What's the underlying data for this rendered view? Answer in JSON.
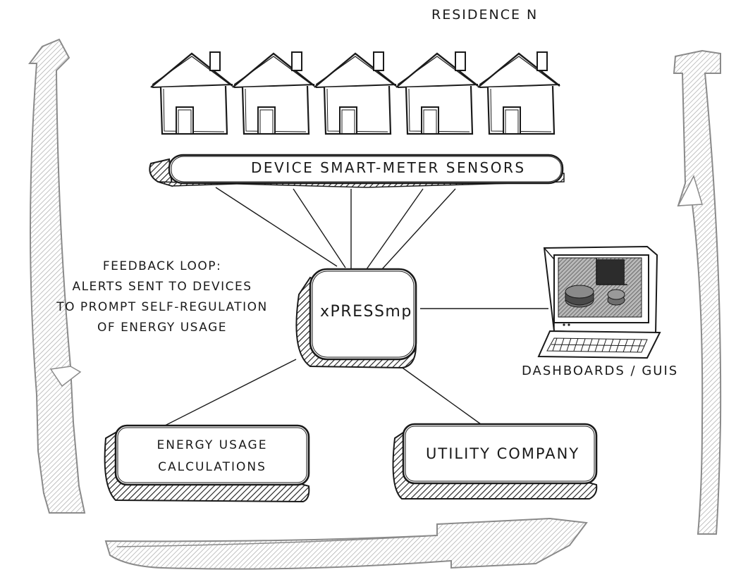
{
  "diagram": {
    "residence_label": "RESIDENCE n",
    "meter_label": "DEVICE SMART-METER SENSORS",
    "feedback_lines": [
      "FEEDBACK LOOP:",
      "ALERTS SENT TO DEVICES",
      "TO PROMPT SELF-REGULATION",
      "OF ENERGY USAGE"
    ],
    "hub_label": "xPRESSmp",
    "dashboards_label": "DASHBOARDS / GUIs",
    "energy_lines": [
      "ENERGY USAGE",
      "CALCULATIONS"
    ],
    "utility_label": "UTILITY COMPANY",
    "house_count": 5
  },
  "colors": {
    "ink": "#1a1a1a",
    "arrow_outline": "#8a8a8a",
    "arrow_hatch": "#a8a8a8",
    "screen_dark": "#2c2c2c",
    "screen_mid": "#6e6e6e"
  },
  "icons": [
    "house-icon",
    "monitor-icon",
    "keyboard-icon",
    "pie-chart-icon"
  ]
}
